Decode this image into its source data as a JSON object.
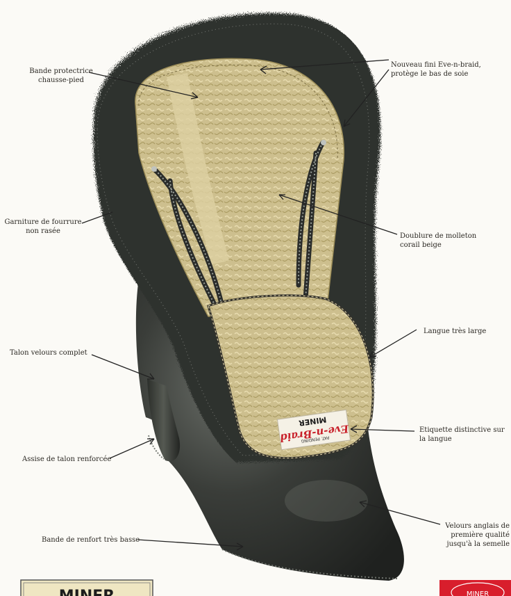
{
  "labels": {
    "bande_protectrice": "Bande protectrice\nchausse-pied",
    "nouveau_fini": "Nouveau fini Eve-n-braid,\nprotège le bas de soie",
    "garniture": "Garniture de fourrure\nnon rasée",
    "doublure": "Doublure de molleton\ncorail beige",
    "langue": "Langue très large",
    "talon_velours": "Talon velours complet",
    "etiquette": "Etiquette distinctive sur\nla langue",
    "assise": "Assise de talon renforcée",
    "velours_anglais": "Velours anglais de\npremière qualité\njusqu'à la semelle",
    "bande_renfort": "Bande de renfort très basse"
  },
  "tag": {
    "brand": "MINER",
    "script": "Eve-n-Braid",
    "pat": "PAT. PENDING"
  },
  "bottom_badges": {
    "left_text": "MINER",
    "right_text": "MINER"
  },
  "colors": {
    "fur": "#3a3c3a",
    "leather": "#2d302c",
    "lining": "#cdbf8e",
    "tag_red": "#c8202a",
    "badge_cream": "#efe6c2",
    "badge_red": "#d81e2c"
  }
}
